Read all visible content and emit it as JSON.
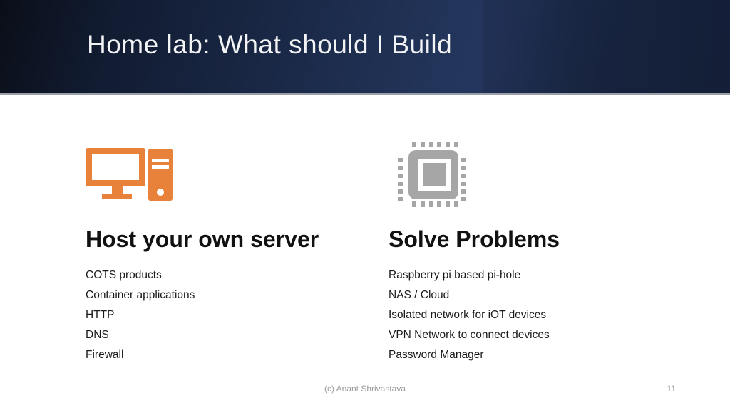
{
  "header": {
    "title": "Home lab: What should I Build"
  },
  "columns": [
    {
      "icon": "desktop-computer-icon",
      "heading": "Host your own server",
      "items": [
        "COTS products",
        "Container applications",
        "HTTP",
        "DNS",
        "Firewall"
      ]
    },
    {
      "icon": "cpu-chip-icon",
      "heading": "Solve Problems",
      "items": [
        "Raspberry pi based pi-hole",
        "NAS / Cloud",
        "Isolated network for iOT devices",
        "VPN Network to connect devices",
        "Password Manager"
      ]
    }
  ],
  "footer": {
    "copyright": "(c) Anant Shrivastava",
    "page_number": "11"
  },
  "colors": {
    "accent_orange": "#E8823B",
    "icon_gray": "#A6A6A6",
    "header_navy_dark": "#0B101C",
    "header_navy_light": "#22345A",
    "title_text": "#F2F3F5",
    "body_text": "#1A1A1A",
    "footer_text": "#9B9B9B"
  }
}
